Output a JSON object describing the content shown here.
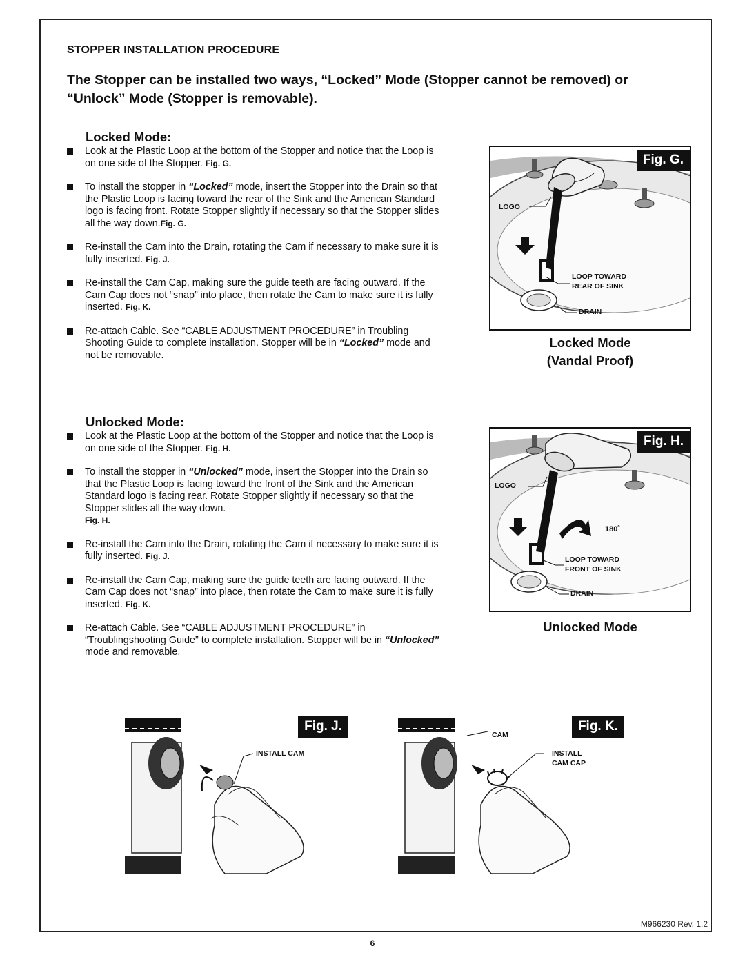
{
  "title": "STOPPER INSTALLATION PROCEDURE",
  "intro": "The Stopper can be installed two ways, “Locked” Mode (Stopper cannot be removed) or “Unlock” Mode (Stopper is removable).",
  "locked": {
    "heading": "Locked Mode:",
    "b1": {
      "text": "Look at the Plastic Loop at the bottom of the Stopper and notice that the Loop is on one side of the Stopper.",
      "ref": "Fig. G."
    },
    "b2": {
      "t1": "To install the stopper in ",
      "mode": "“Locked”",
      "t2": " mode, insert the Stopper into the Drain so that the Plastic Loop is facing toward the ",
      "dir1": "rear",
      "t3": " of the Sink and the American Standard logo is facing ",
      "dir2": "front",
      "t4": ". Rotate Stopper slightly if necessary so that the Stopper slides all the way down.",
      "ref": "Fig. G."
    },
    "b3": {
      "text": "Re-install the Cam into the Drain, rotating the Cam if necessary to make sure it is fully inserted.",
      "ref": "Fig. J."
    },
    "b4": {
      "text": "Re-install the Cam Cap, making sure the guide teeth are facing outward. If the Cam Cap does not “snap” into place, then rotate the Cam to make sure it is fully inserted.",
      "ref": "Fig. K."
    },
    "b5": {
      "t1": "Re-attach Cable. See “CABLE ADJUSTMENT PROCEDURE” in Troubling Shooting Guide to complete installation. Stopper will be in ",
      "mode": "“Locked”",
      "t2": " mode and not be removable."
    }
  },
  "unlocked": {
    "heading": "Unlocked Mode:",
    "b1": {
      "text": "Look at the Plastic Loop at the bottom of the Stopper and notice that the Loop is on one side of the Stopper.",
      "ref": "Fig. H."
    },
    "b2": {
      "t1": "To install the stopper in ",
      "mode": "“Unlocked”",
      "t2": " mode, insert the Stopper into the Drain so that the Plastic Loop is facing toward the ",
      "dir1": "front",
      "t3": " of the Sink and the American Standard logo is facing ",
      "dir2": "rear",
      "t4": ". Rotate Stopper slightly if necessary so that the Stopper slides all the way down.",
      "ref": "Fig. H."
    },
    "b3": {
      "text": "Re-install the Cam into the Drain, rotating the Cam if necessary to make sure it is fully inserted.",
      "ref": "Fig. J."
    },
    "b4": {
      "text": "Re-install the Cam Cap, making sure the guide teeth are facing outward. If the Cam Cap does not “snap” into place, then rotate the Cam to make sure it is fully inserted.",
      "ref": "Fig. K."
    },
    "b5": {
      "t1": "Re-attach Cable. See “CABLE ADJUSTMENT PROCEDURE” in “Troublingshooting Guide” to complete installation. Stopper will be in ",
      "mode": "“Unlocked”",
      "t2": " mode and removable."
    }
  },
  "figG": {
    "tag": "Fig. G.",
    "logo": "LOGO",
    "loop_1": "LOOP TOWARD",
    "loop_2": "REAR OF SINK",
    "drain": "DRAIN",
    "caption_1": "Locked Mode",
    "caption_2": "(Vandal Proof)"
  },
  "figH": {
    "tag": "Fig. H.",
    "logo": "LOGO",
    "angle": "180˚",
    "loop_1": "LOOP TOWARD",
    "loop_2": "FRONT OF SINK",
    "drain": "DRAIN",
    "caption": "Unlocked Mode"
  },
  "figJ": {
    "tag": "Fig. J.",
    "label": "INSTALL CAM"
  },
  "figK": {
    "tag": "Fig. K.",
    "cam": "CAM",
    "label_1": "INSTALL",
    "label_2": "CAM CAP"
  },
  "footer": {
    "rev": "M966230 Rev. 1.2",
    "page": "6"
  }
}
